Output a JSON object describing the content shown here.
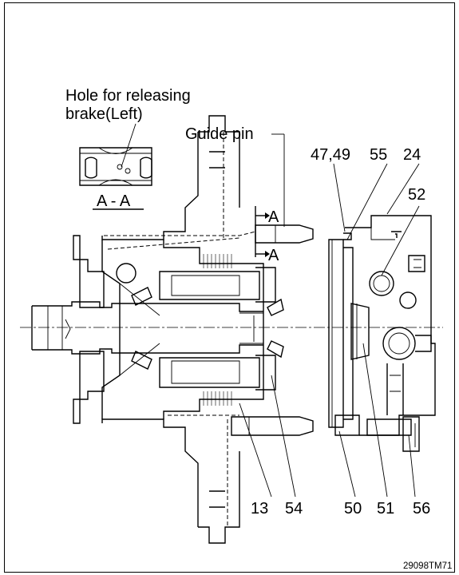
{
  "title_callout": {
    "line1": "Hole for releasing",
    "line2": "brake(Left)"
  },
  "section_label": "A - A",
  "guide_pin_label": "Guide pin",
  "section_marker_top": "A",
  "section_marker_bottom": "A",
  "callouts_top": [
    "47,49",
    "55",
    "24",
    "52"
  ],
  "callouts_bottom": [
    "13",
    "54",
    "50",
    "51",
    "56"
  ],
  "reference_code": "29098TM71",
  "colors": {
    "line": "#000000",
    "background": "#ffffff"
  }
}
